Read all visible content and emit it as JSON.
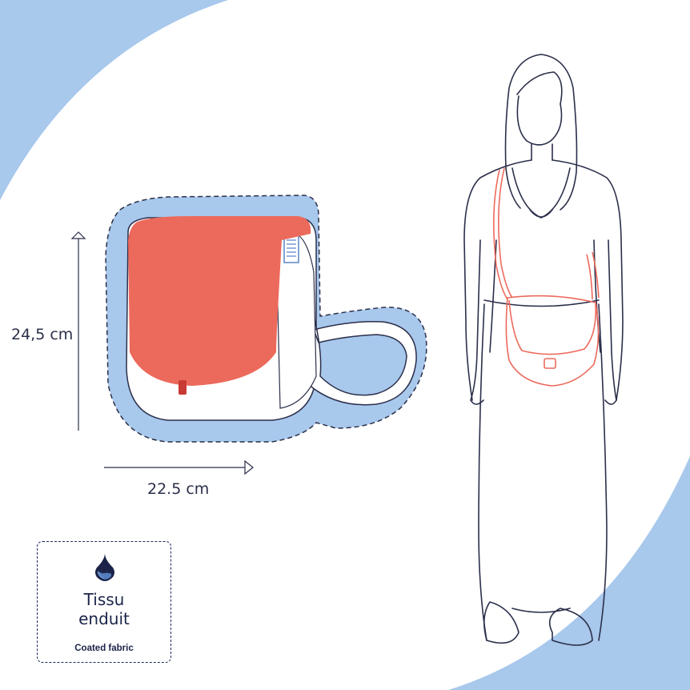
{
  "dimensions": {
    "height_label": "24,5 cm",
    "width_label": "22.5 cm"
  },
  "fabric": {
    "icon": "water-drop-icon",
    "title_line1": "Tissu",
    "title_line2": "enduit",
    "subtitle": "Coated fabric"
  },
  "colors": {
    "blue_background": "#a8c8ec",
    "bag_flap": "#ec6a5c",
    "outline": "#2b2f4a",
    "dark_navy": "#1b2448"
  }
}
